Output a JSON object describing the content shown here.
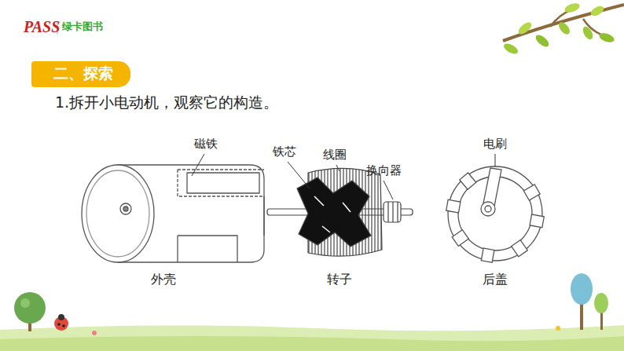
{
  "diagram": {
    "nodes": [
      {
        "text": [
          "二、探索"
        ]
      }
    ],
    "labels": [
      "PASS",
      "绿卡图书",
      "1.拆开小电动机，观察它的构造。",
      "磁铁",
      "铁芯",
      "线圈",
      "换向器",
      "电刷",
      "外壳",
      "转子",
      "后盖"
    ]
  }
}
